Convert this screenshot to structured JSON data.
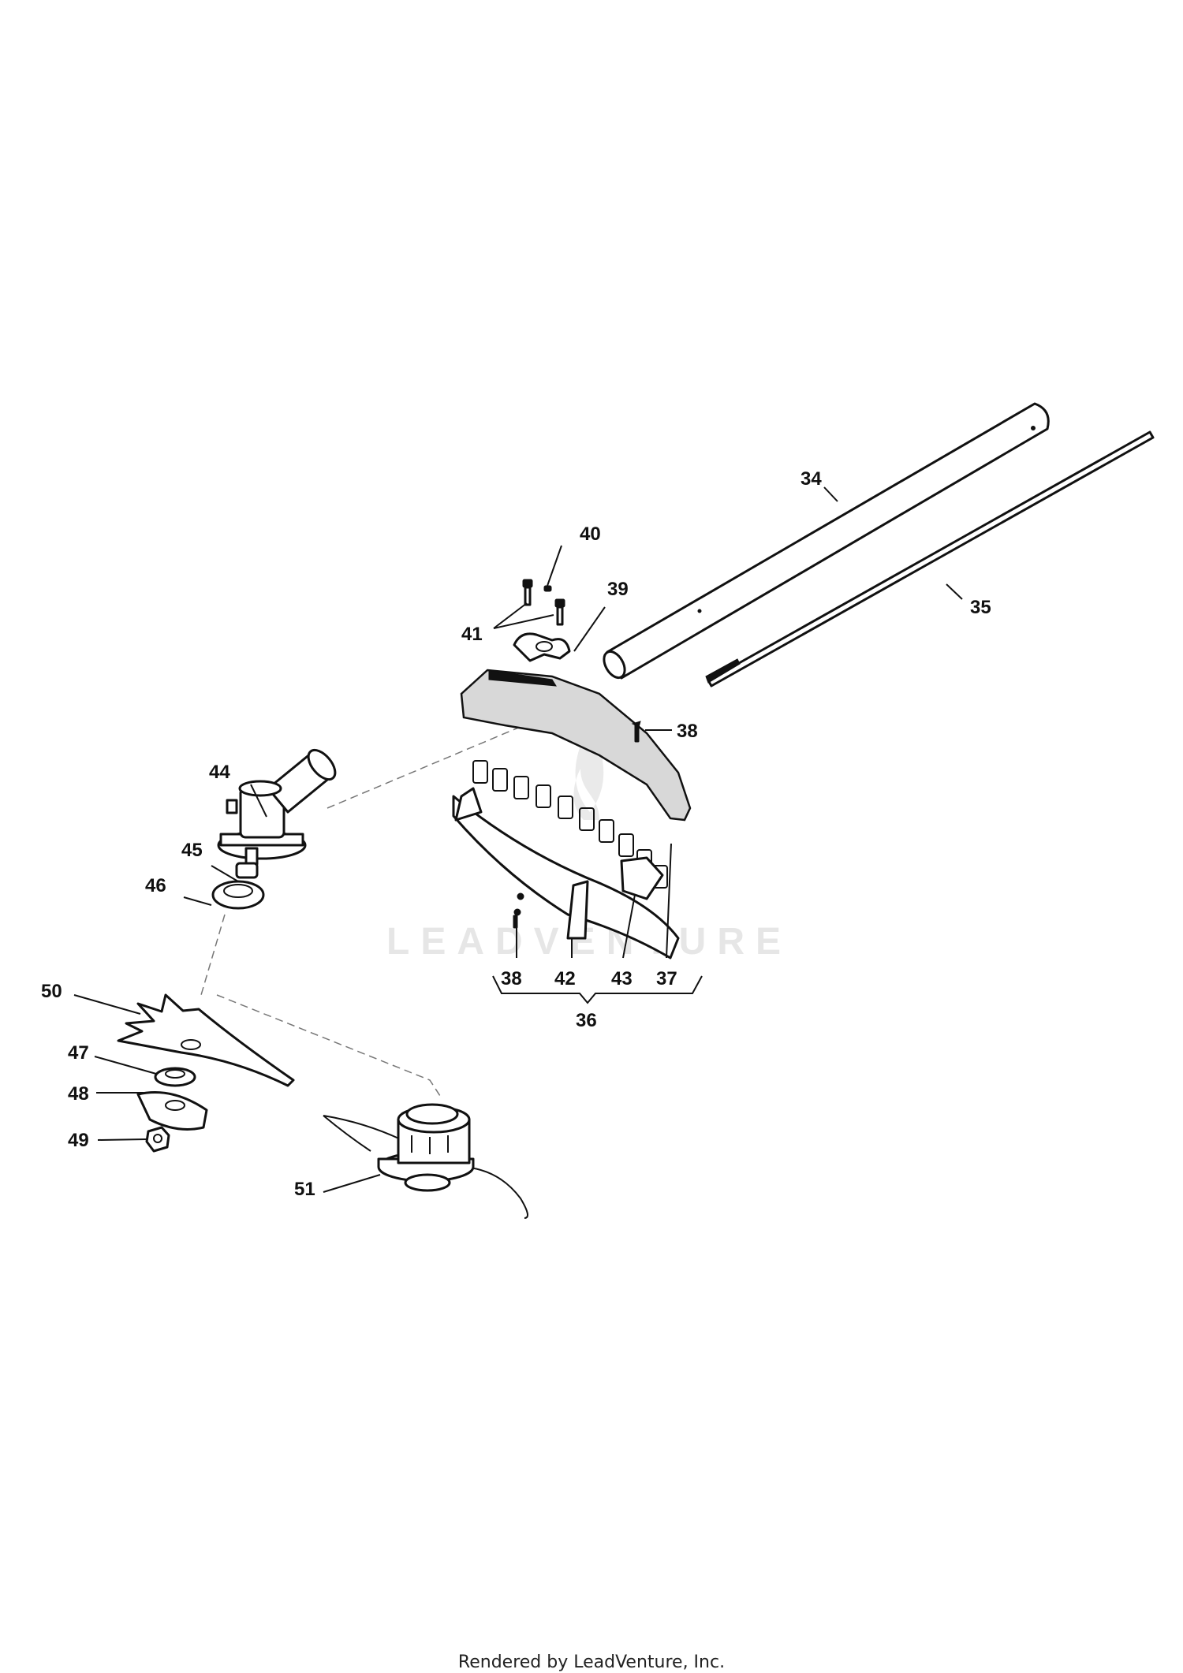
{
  "diagram": {
    "callouts": {
      "c34": "34",
      "c35": "35",
      "c36": "36",
      "c37": "37",
      "c38a": "38",
      "c38b": "38",
      "c39": "39",
      "c40": "40",
      "c41": "41",
      "c42": "42",
      "c43": "43",
      "c44": "44",
      "c45": "45",
      "c46": "46",
      "c47": "47",
      "c48": "48",
      "c49": "49",
      "c50": "50",
      "c51": "51"
    },
    "watermark": "LEADVENTURE"
  },
  "footer": {
    "text": "Rendered by LeadVenture, Inc."
  }
}
